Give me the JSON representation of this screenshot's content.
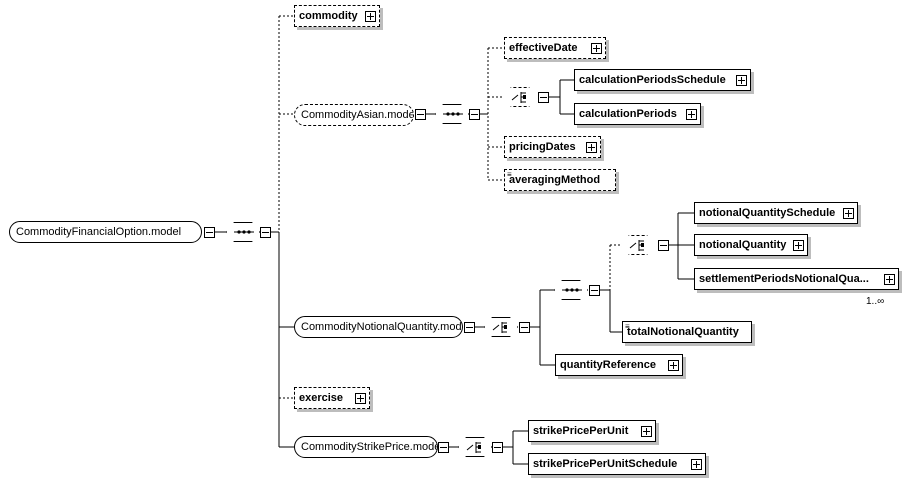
{
  "root": {
    "label": "CommodityFinancialOption.model"
  },
  "children": {
    "commodity": "commodity",
    "asian_group": "CommodityAsian.model",
    "notional_group": "CommodityNotionalQuantity.model",
    "exercise": "exercise",
    "strike_group": "CommodityStrikePrice.model"
  },
  "asian": {
    "effective_date": "effectiveDate",
    "calc_periods_schedule": "calculationPeriodsSchedule",
    "calc_periods": "calculationPeriods",
    "pricing_dates": "pricingDates",
    "averaging_method": "averagingMethod"
  },
  "notional": {
    "notional_quantity_schedule": "notionalQuantitySchedule",
    "notional_quantity": "notionalQuantity",
    "settlement_periods": "settlementPeriodsNotionalQua...",
    "settlement_occurs": "1..∞",
    "total_notional_quantity": "totalNotionalQuantity",
    "quantity_reference": "quantityReference"
  },
  "strike": {
    "strike_price_per_unit": "strikePricePerUnit",
    "strike_price_per_unit_schedule": "strikePricePerUnitSchedule"
  },
  "colors": {
    "line": "#000000",
    "shadow": "#bdbdbd",
    "background": "#ffffff"
  },
  "icons": [
    "sequence-icon",
    "choice-icon",
    "expand-icon",
    "collapse-icon",
    "doc-icon"
  ]
}
